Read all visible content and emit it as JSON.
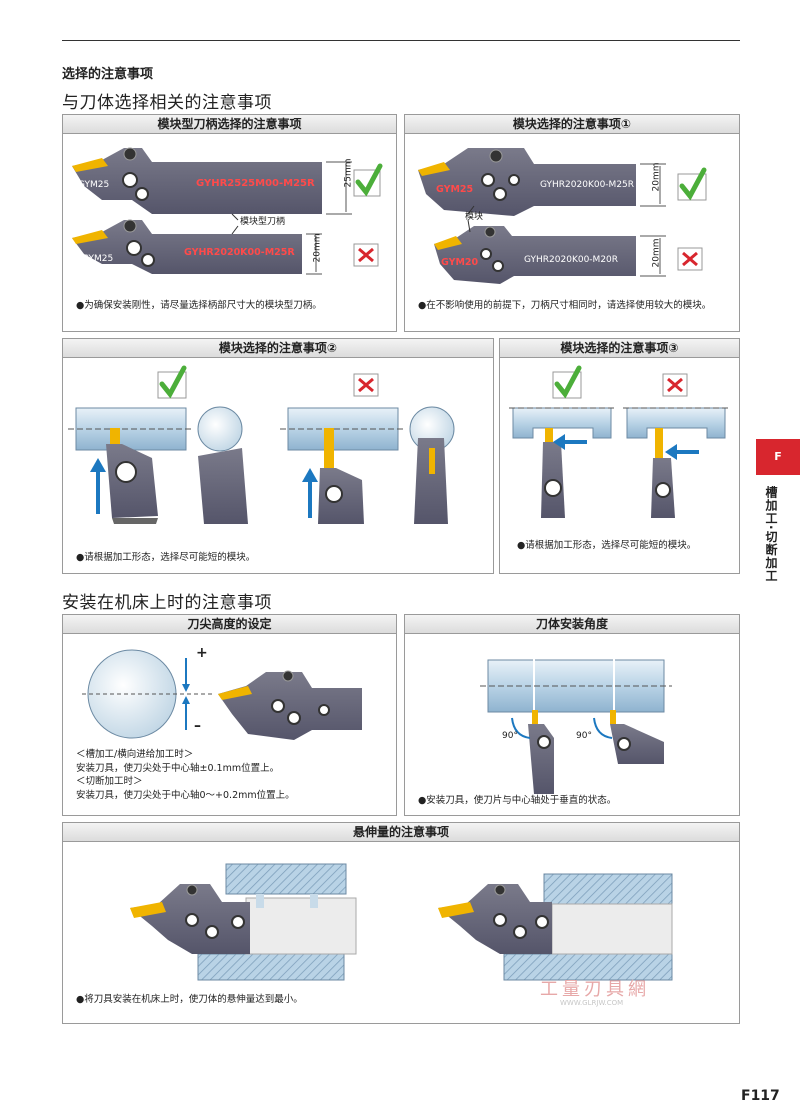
{
  "header": {
    "section": "选择的注意事项",
    "subsection1": "与刀体选择相关的注意事项",
    "subsection2": "安装在机床上时的注意事项"
  },
  "panels": {
    "p1": {
      "title": "模块型刀柄选择的注意事项",
      "top_module": "GYM25",
      "top_code": "GYHR2525M00-M25R",
      "top_dim": "25mm",
      "callout": "模块型刀柄",
      "bottom_module": "GYM25",
      "bottom_code": "GYHR2020K00-M25R",
      "bottom_dim": "20mm",
      "note": "●为确保安装刚性，请尽量选择柄部尺寸大的模块型刀柄。"
    },
    "p2": {
      "title": "模块选择的注意事项①",
      "top_module": "GYM25",
      "top_code": "GYHR2020K00-M25R",
      "top_dim": "20mm",
      "callout": "模块",
      "bottom_module": "GYM20",
      "bottom_code": "GYHR2020K00-M20R",
      "bottom_dim": "20mm",
      "note": "●在不影响使用的前提下，刀柄尺寸相同时，请选择使用较大的模块。"
    },
    "p3": {
      "title": "模块选择的注意事项②",
      "note": "●请根据加工形态，选择尽可能短的模块。"
    },
    "p4": {
      "title": "模块选择的注意事项③",
      "note": "●请根据加工形态，选择尽可能短的模块。"
    },
    "p5": {
      "title": "刀尖高度的设定",
      "plus": "+",
      "minus": "–",
      "line1": "＜槽加工/横向进给加工时＞",
      "line2": "安装刀具，使刀尖处于中心轴±0.1mm位置上。",
      "line3": "＜切断加工时＞",
      "line4": "安装刀具，使刀尖处于中心轴0～+0.2mm位置上。"
    },
    "p6": {
      "title": "刀体安装角度",
      "angle1": "90°",
      "angle2": "90°",
      "note": "●安装刀具，使刀片与中心轴处于垂直的状态。"
    },
    "p7": {
      "title": "悬伸量的注意事项",
      "note": "●将刀具安装在机床上时，使刀体的悬伸量达到最小。"
    }
  },
  "side": {
    "tab": "F",
    "label": "槽加工·切断加工"
  },
  "watermark": {
    "text": "工量刃具網",
    "url": "WWW.GLRJW.COM"
  },
  "page_number": "F117",
  "colors": {
    "accent_red": "#d8262e",
    "tool_gray": "#6d6d7e",
    "insert_yellow": "#f0b400",
    "check_green": "#4cae3a",
    "arrow_blue": "#1c78c0",
    "shaft_blue": "#b9d3e6"
  }
}
